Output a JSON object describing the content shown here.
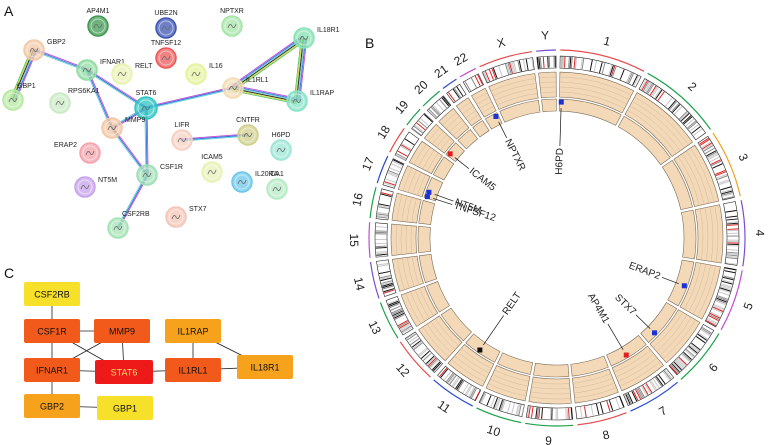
{
  "panels": {
    "a": "A",
    "b": "B",
    "c": "C"
  },
  "network": {
    "nodes": [
      {
        "id": "AP4M1",
        "label": "AP4M1",
        "color": "#3f9b53"
      },
      {
        "id": "UBE2N",
        "label": "UBE2N",
        "color": "#3f56b5"
      },
      {
        "id": "NPTXR",
        "label": "NPTXR",
        "color": "#a5e6a8"
      },
      {
        "id": "IL18R1",
        "label": "IL18R1",
        "color": "#86e3b3"
      },
      {
        "id": "GBP2",
        "label": "GBP2",
        "color": "#f3c9a8"
      },
      {
        "id": "TNFSF12",
        "label": "TNFSF12",
        "color": "#ee5a5a"
      },
      {
        "id": "IFNAR1",
        "label": "IFNAR1",
        "color": "#8fdca2"
      },
      {
        "id": "RELT",
        "label": "RELT",
        "color": "#eaf2b0"
      },
      {
        "id": "IL16",
        "label": "IL16",
        "color": "#e6f39b"
      },
      {
        "id": "IL1RL1",
        "label": "IL1RL1",
        "color": "#f2dcb3"
      },
      {
        "id": "GBP1",
        "label": "GBP1",
        "color": "#b6eaa2"
      },
      {
        "id": "RPS6KA1",
        "label": "RPS6KA1",
        "color": "#c9e9c3"
      },
      {
        "id": "STAT6",
        "label": "STAT6",
        "color": "#2ec7c4"
      },
      {
        "id": "IL1RAP",
        "label": "IL1RAP",
        "color": "#86e3c7"
      },
      {
        "id": "MMP9",
        "label": "MMP9",
        "color": "#f5c7a3"
      },
      {
        "id": "LIFR",
        "label": "LIFR",
        "color": "#f6d0c3"
      },
      {
        "id": "CNTFR",
        "label": "CNTFR",
        "color": "#d0cf8c"
      },
      {
        "id": "H6PD",
        "label": "H6PD",
        "color": "#9ce5d6"
      },
      {
        "id": "ERAP2",
        "label": "ERAP2",
        "color": "#f5a2ac"
      },
      {
        "id": "CSF1R",
        "label": "CSF1R",
        "color": "#9de0b5"
      },
      {
        "id": "ICAM5",
        "label": "ICAM5",
        "color": "#e7f2b5"
      },
      {
        "id": "IL20RA",
        "label": "IL20RA",
        "color": "#6cc7ea"
      },
      {
        "id": "CA1",
        "label": "CA1",
        "color": "#b5eac4"
      },
      {
        "id": "NT5M",
        "label": "NT5M",
        "color": "#c7a3ec"
      },
      {
        "id": "STX7",
        "label": "STX7",
        "color": "#f6c4b6"
      },
      {
        "id": "CSF2RB",
        "label": "CSF2RB",
        "color": "#a3e3b3"
      }
    ],
    "edges": [
      {
        "from": "GBP2",
        "to": "GBP1"
      },
      {
        "from": "GBP2",
        "to": "IFNAR1"
      },
      {
        "from": "IFNAR1",
        "to": "STAT6"
      },
      {
        "from": "IFNAR1",
        "to": "MMP9"
      },
      {
        "from": "STAT6",
        "to": "MMP9"
      },
      {
        "from": "STAT6",
        "to": "CSF1R"
      },
      {
        "from": "STAT6",
        "to": "IL1RL1"
      },
      {
        "from": "MMP9",
        "to": "CSF1R"
      },
      {
        "from": "CSF1R",
        "to": "CSF2RB"
      },
      {
        "from": "IL1RL1",
        "to": "IL18R1"
      },
      {
        "from": "IL1RL1",
        "to": "IL1RAP"
      },
      {
        "from": "IL18R1",
        "to": "IL1RAP"
      },
      {
        "from": "LIFR",
        "to": "CNTFR"
      }
    ]
  },
  "circos": {
    "chromosomes": [
      "1",
      "2",
      "3",
      "4",
      "5",
      "6",
      "7",
      "8",
      "9",
      "10",
      "11",
      "12",
      "13",
      "14",
      "15",
      "16",
      "17",
      "18",
      "19",
      "20",
      "21",
      "22",
      "X",
      "Y"
    ],
    "genes": [
      {
        "label": "H6PD",
        "chrom": "1",
        "color": "#1a33d6"
      },
      {
        "label": "NPTXR",
        "chrom": "22",
        "color": "#1a33d6"
      },
      {
        "label": "ICAM5",
        "chrom": "19",
        "color": "#e02020"
      },
      {
        "label": "NT5M",
        "chrom": "17",
        "color": "#1a33d6"
      },
      {
        "label": "TNFSF12",
        "chrom": "17",
        "color": "#1a33d6"
      },
      {
        "label": "ERAP2",
        "chrom": "5",
        "color": "#1a33d6"
      },
      {
        "label": "STX7",
        "chrom": "6",
        "color": "#1a33d6"
      },
      {
        "label": "AP4M1",
        "chrom": "7",
        "color": "#e02020"
      },
      {
        "label": "RELT",
        "chrom": "11",
        "color": "#111111"
      }
    ]
  },
  "hub": {
    "nodes": [
      {
        "id": "CSF2RB",
        "label": "CSF2RB",
        "color": "#f7e02a"
      },
      {
        "id": "CSF1R",
        "label": "CSF1R",
        "color": "#f25a1c"
      },
      {
        "id": "MMP9",
        "label": "MMP9",
        "color": "#f25a1c"
      },
      {
        "id": "IL1RAP",
        "label": "IL1RAP",
        "color": "#f7a21c"
      },
      {
        "id": "IFNAR1",
        "label": "IFNAR1",
        "color": "#f25a1c"
      },
      {
        "id": "STAT6",
        "label": "STAT6",
        "color": "#ee1a1a"
      },
      {
        "id": "IL1RL1",
        "label": "IL1RL1",
        "color": "#f25a1c"
      },
      {
        "id": "IL18R1",
        "label": "IL18R1",
        "color": "#f7a21c"
      },
      {
        "id": "GBP2",
        "label": "GBP2",
        "color": "#f7a21c"
      },
      {
        "id": "GBP1",
        "label": "GBP1",
        "color": "#f7e02a"
      }
    ],
    "edges": [
      {
        "from": "CSF2RB",
        "to": "CSF1R"
      },
      {
        "from": "CSF1R",
        "to": "MMP9"
      },
      {
        "from": "CSF1R",
        "to": "IFNAR1"
      },
      {
        "from": "CSF1R",
        "to": "STAT6"
      },
      {
        "from": "MMP9",
        "to": "IFNAR1"
      },
      {
        "from": "MMP9",
        "to": "STAT6"
      },
      {
        "from": "IFNAR1",
        "to": "STAT6"
      },
      {
        "from": "IFNAR1",
        "to": "GBP2"
      },
      {
        "from": "GBP2",
        "to": "GBP1"
      },
      {
        "from": "STAT6",
        "to": "IL1RL1"
      },
      {
        "from": "IL1RAP",
        "to": "IL1RL1"
      },
      {
        "from": "IL1RAP",
        "to": "IL18R1"
      },
      {
        "from": "IL1RL1",
        "to": "IL18R1"
      }
    ]
  }
}
